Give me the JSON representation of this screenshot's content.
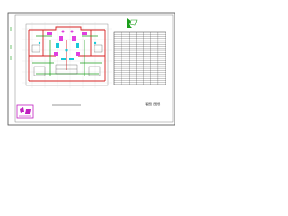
{
  "colors": {
    "background": "#ffffff",
    "frame": "#4a4a4a",
    "wall_red": "#d62020",
    "wall_green": "#1a9e1a",
    "pink": "#e040e0",
    "cyan": "#18c8d8",
    "grid": "#303030",
    "legend_magenta": "#c020c0"
  },
  "drawing": {
    "caption": "看图 图纸"
  },
  "table": {
    "rows": 26,
    "cols": 7
  }
}
